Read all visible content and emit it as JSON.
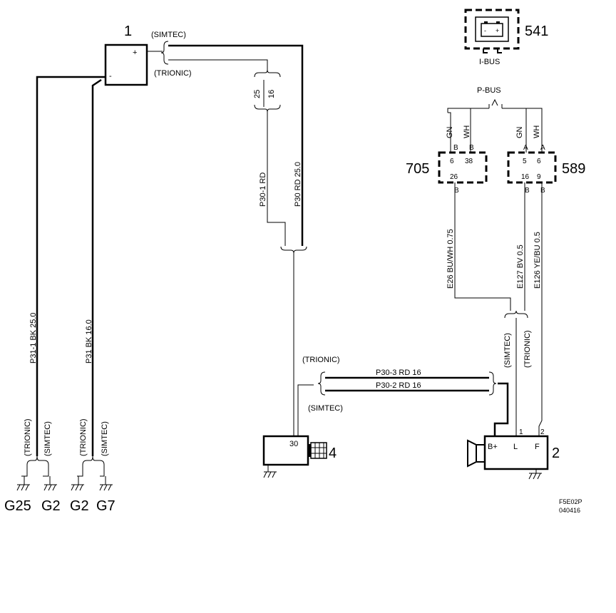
{
  "components": {
    "c1": {
      "id": "1",
      "plus": "+",
      "minus": "-"
    },
    "c541": {
      "id": "541",
      "bus": "I-BUS",
      "minus": "-",
      "plus": "+"
    },
    "c705": {
      "id": "705",
      "pins_top": [
        "6",
        "38"
      ],
      "pin_bottom": "26"
    },
    "c589": {
      "id": "589",
      "pins_top": [
        "5",
        "6"
      ],
      "pins_bottom": [
        "16",
        "9"
      ]
    },
    "c4": {
      "id": "4",
      "pin": "30"
    },
    "c2": {
      "id": "2",
      "terminals": [
        "B+",
        "L",
        "F"
      ],
      "pins": [
        "1",
        "2"
      ]
    }
  },
  "buses": {
    "p_bus": "P-BUS"
  },
  "variants": {
    "simtec": "(SIMTEC)",
    "trionic": "(TRIONIC)"
  },
  "wires": {
    "p31_1": "P31-1  BK  25.0",
    "p31": "P31  BK  16.0",
    "p30_1": "P30-1  RD",
    "p30": "P30  RD  25.0",
    "p30_3": "P30-3   RD   16",
    "p30_2": "P30-2   RD  16",
    "e26": "E26  BU/WH  0.75",
    "e127": "E127  BV  0.5",
    "e126": "E126  YE/BU  0.5",
    "gn": "GN",
    "wh": "WH"
  },
  "splice": {
    "a": "25",
    "b": "16"
  },
  "connector_letters": {
    "b": "B",
    "a": "A"
  },
  "grounds": [
    "G25",
    "G2",
    "G2",
    "G7"
  ],
  "code": {
    "line1": "F5E02P",
    "line2": "040416"
  }
}
